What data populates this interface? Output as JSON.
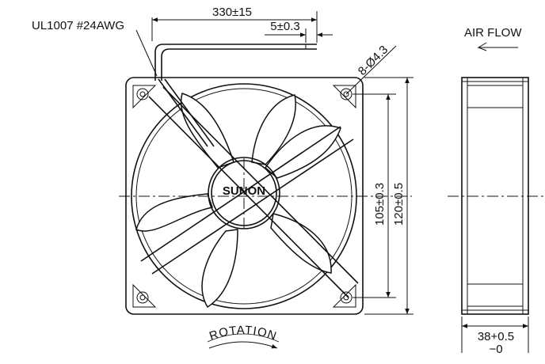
{
  "labels": {
    "wire_spec": "UL1007 #24AWG",
    "lead_length": "330±15",
    "strip_length": "5±0.3",
    "hole_spec": "8-Ø4.3",
    "airflow": "AIR FLOW",
    "brand": "SUNON",
    "rotation": "ROTATION",
    "hole_pitch": "105±0.3",
    "frame_size": "120±0.5",
    "depth_main": "38+0.5",
    "depth_tol": "−0"
  }
}
